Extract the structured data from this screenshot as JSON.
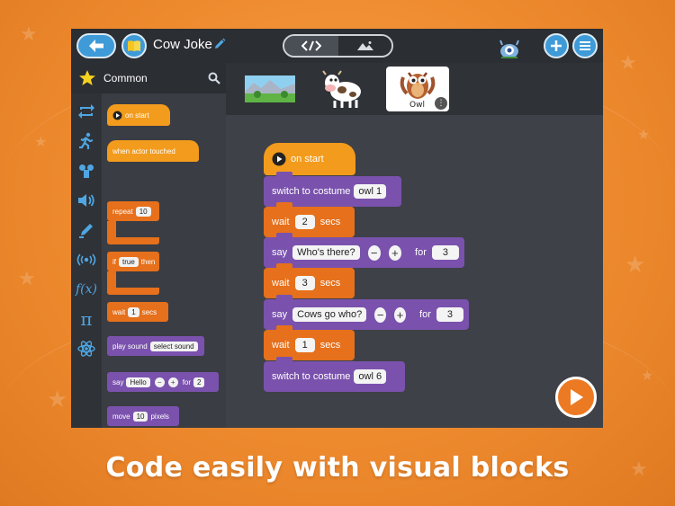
{
  "app": {
    "project_title": "Cow Joke"
  },
  "category": {
    "title": "Common",
    "rail_icons": [
      "loop-icon",
      "running-figure-icon",
      "controls-icon",
      "speaker-icon",
      "pen-icon",
      "broadcast-icon",
      "function-icon",
      "pi-icon",
      "atom-icon"
    ],
    "rail_text": {
      "function": "f(x)",
      "pi": "π"
    }
  },
  "palette": {
    "on_start": "on start",
    "when_actor_touched": "when actor touched",
    "repeat_label": "repeat",
    "repeat_value": "10",
    "if_label": "if",
    "if_value": "true",
    "then_label": "then",
    "wait_label": "wait",
    "wait_value": "1",
    "secs_label": "secs",
    "play_sound_label": "play sound",
    "select_sound": "select sound",
    "say_label": "say",
    "say_value": "Hello",
    "for_label": "for",
    "say_for_value": "2",
    "move_label": "move",
    "move_value": "10",
    "pixels_label": "pixels"
  },
  "actors": {
    "selected_label": "Owl"
  },
  "script": {
    "hat": "on start",
    "blocks": [
      {
        "label": "switch to costume",
        "value": "owl 1"
      },
      {
        "label": "wait",
        "value": "2",
        "suffix": "secs"
      },
      {
        "label": "say",
        "value": "Who's there?",
        "for_label": "for",
        "for_value": "3"
      },
      {
        "label": "wait",
        "value": "3",
        "suffix": "secs"
      },
      {
        "label": "say",
        "value": "Cows go who?",
        "for_label": "for",
        "for_value": "3"
      },
      {
        "label": "wait",
        "value": "1",
        "suffix": "secs"
      },
      {
        "label": "switch to costume",
        "value": "owl 6"
      }
    ],
    "minus_glyph": "−",
    "plus_glyph": "+"
  },
  "tagline": "Code easily with visual blocks",
  "colors": {
    "background": "#ee8a2e",
    "accent_blue": "#3e9bd8",
    "block_purple": "#7a52ad",
    "block_orange": "#e6701b",
    "block_yellow": "#f39b1c"
  }
}
